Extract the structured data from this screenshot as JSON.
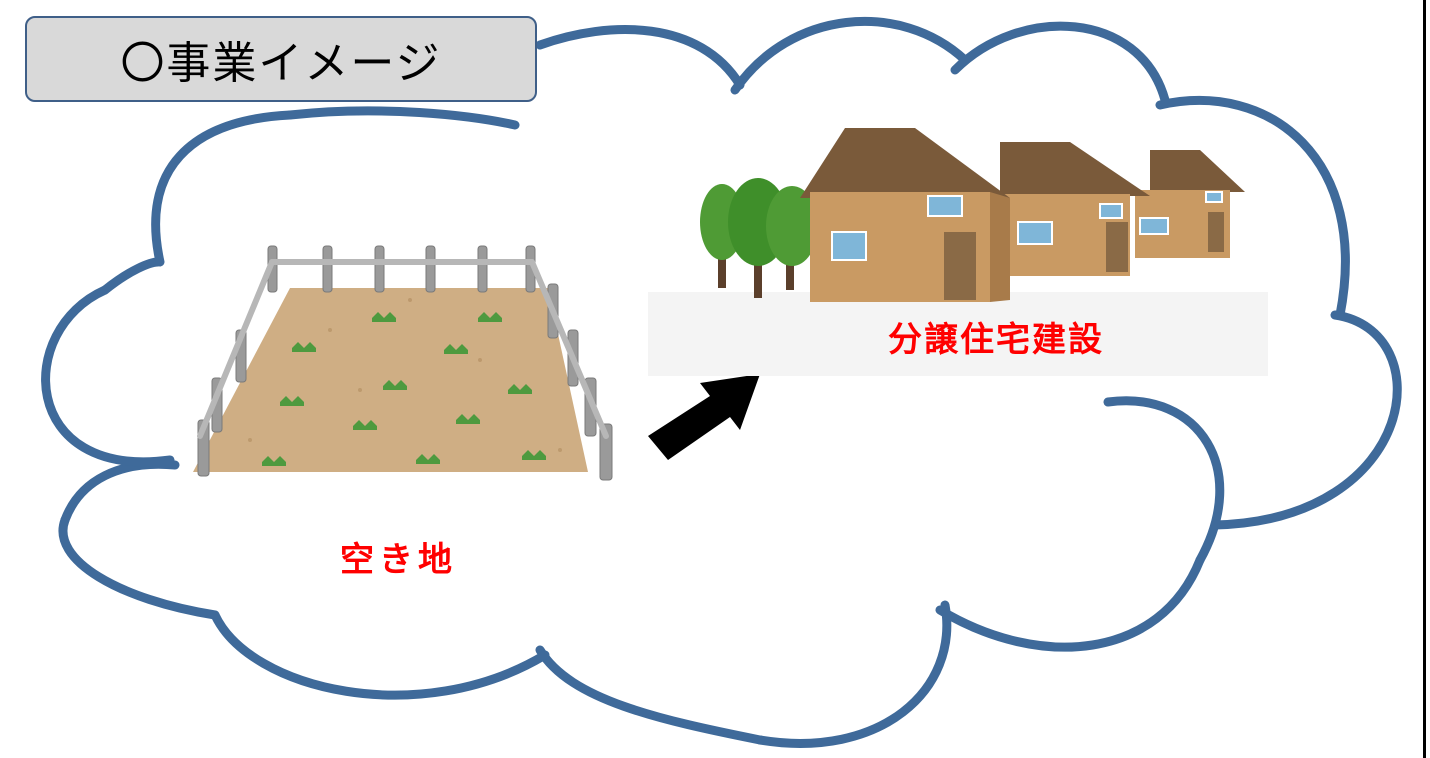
{
  "title": "〇事業イメージ",
  "labels": {
    "before": "空き地",
    "after": "分譲住宅建設"
  },
  "icons": {
    "before": "vacant-lot-icon",
    "arrow": "arrow-icon",
    "after": "houses-icon"
  },
  "colors": {
    "cloud_stroke": "#3f6a9a",
    "label_text": "#ff0000",
    "title_fill": "#d9d9d9"
  }
}
